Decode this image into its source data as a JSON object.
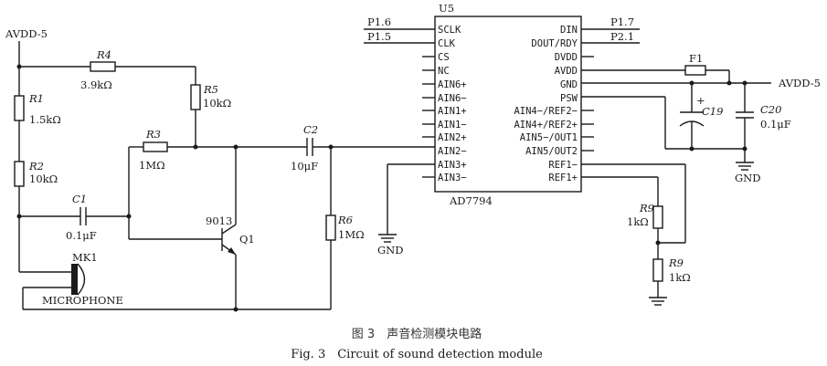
{
  "power": {
    "avdd_left": "AVDD-5",
    "avdd_right": "AVDD-5"
  },
  "components": {
    "r1": {
      "ref": "R1",
      "value": "1.5kΩ"
    },
    "r2": {
      "ref": "R2",
      "value": "10kΩ"
    },
    "r3": {
      "ref": "R3",
      "value": "1MΩ"
    },
    "r4": {
      "ref": "R4",
      "value": "3.9kΩ"
    },
    "r5": {
      "ref": "R5",
      "value": "10kΩ"
    },
    "r6": {
      "ref": "R6",
      "value": "1MΩ"
    },
    "r9a": {
      "ref": "R9",
      "value": "1kΩ"
    },
    "r9b": {
      "ref": "R9",
      "value": "1kΩ"
    },
    "c1": {
      "ref": "C1",
      "value": "0.1μF"
    },
    "c2": {
      "ref": "C2",
      "value": "10μF"
    },
    "c19": {
      "ref": "C19"
    },
    "c20": {
      "ref": "C20",
      "value": "0.1μF"
    },
    "f1": {
      "ref": "F1"
    },
    "q1": {
      "ref": "Q1",
      "part": "9013"
    },
    "mk1": {
      "ref": "MK1",
      "label": "MICROPHONE"
    }
  },
  "ic": {
    "ref": "U5",
    "part": "AD7794",
    "left_pins": [
      "SCLK",
      "CLK",
      "CS",
      "NC",
      "AIN6+",
      "AIN6−",
      "AIN1+",
      "AIN1−",
      "AIN2+",
      "AIN2−",
      "AIN3+",
      "AIN3−"
    ],
    "right_pins": [
      "DIN",
      "DOUT/RDY",
      "DVDD",
      "AVDD",
      "GND",
      "PSW",
      "AIN4−/REF2−",
      "AIN4+/REF2+",
      "AIN5−/OUT1",
      "AIN5/OUT2",
      "REF1−",
      "REF1+"
    ]
  },
  "nets": {
    "sclk": "P1.6",
    "clk": "P1.5",
    "din": "P1.7",
    "dout": "P2.1"
  },
  "grounds": {
    "left": "GND",
    "right": "GND"
  },
  "caption": {
    "cn": "图 3　声音检测模块电路",
    "en": "Fig. 3　Circuit of sound detection module"
  }
}
